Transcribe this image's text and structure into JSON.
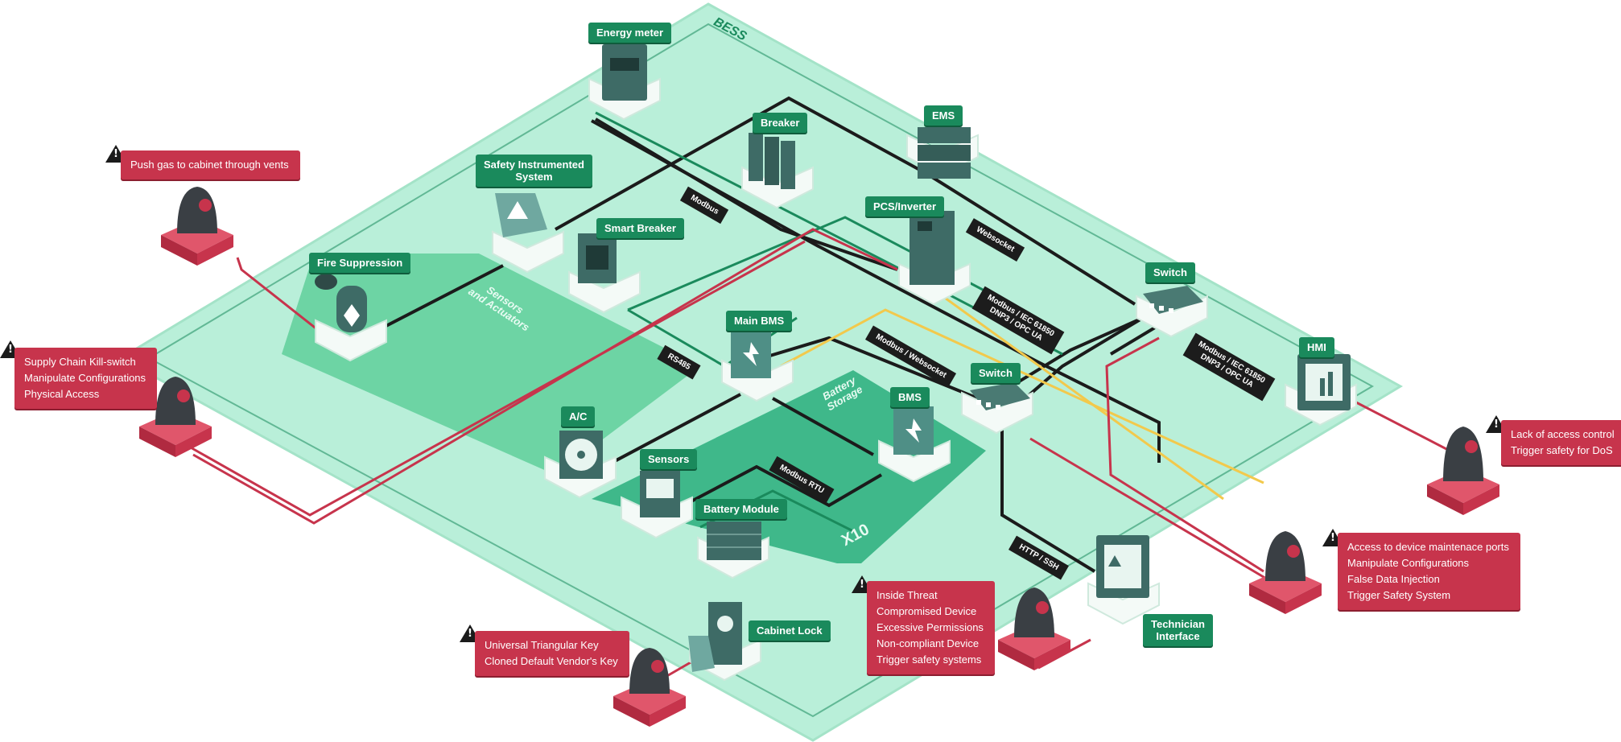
{
  "zones": {
    "bess": "BESS",
    "sensors_actuators": [
      "Sensors",
      "and Actuators"
    ],
    "battery_storage": [
      "Battery",
      "Storage"
    ],
    "multiplier": "X10"
  },
  "components": {
    "energy_meter": "Energy meter",
    "breaker": "Breaker",
    "ems": "EMS",
    "safety_instrumented": [
      "Safety Instrumented",
      "System"
    ],
    "smart_breaker": "Smart Breaker",
    "pcs_inverter": "PCS/Inverter",
    "fire_suppression": "Fire Suppression",
    "main_bms": "Main BMS",
    "switch_top": "Switch",
    "switch_mid": "Switch",
    "hmi": "HMI",
    "bms": "BMS",
    "ac": "A/C",
    "sensors": "Sensors",
    "battery_module": "Battery Module",
    "cabinet_lock": "Cabinet Lock",
    "technician_interface": [
      "Technician",
      "Interface"
    ]
  },
  "protocols": {
    "modbus": "Modbus",
    "websocket": "Websocket",
    "modbus_iec_1": [
      "Modbus / IEC 61850",
      "DNP3 / OPC UA"
    ],
    "modbus_iec_2": [
      "Modbus / IEC 61850",
      "DNP3 / OPC UA"
    ],
    "rs485": "RS485",
    "modbus_websocket": "Modbus / Websocket",
    "modbus_rtu": "Modbus RTU",
    "http_ssh": "HTTP / SSH"
  },
  "threats": {
    "push_gas": [
      "Push gas to cabinet through vents"
    ],
    "supply_chain": [
      "Supply Chain Kill-switch",
      "Manipulate Configurations",
      "Physical Access"
    ],
    "triangular_key": [
      "Universal Triangular Key",
      "Cloned Default Vendor's Key"
    ],
    "inside_threat": [
      "Inside Threat",
      "Compromised Device",
      "Excessive Permissions",
      "Non-compliant Device",
      "Trigger safety systems"
    ],
    "maintenance_ports": [
      "Access to device maintenace ports",
      "Manipulate Configurations",
      "False Data Injection",
      "Trigger Safety System"
    ],
    "access_control": [
      "Lack of access control",
      "Trigger safety for DoS"
    ]
  },
  "colors": {
    "platform": "#b9efd9",
    "sensor_zone": "#5fcf9a",
    "battery_zone": "#3fb88a",
    "label_green": "#1a8a5c",
    "threat_red": "#c7344c",
    "attacker_line": "#c7344c",
    "control_line": "#1b1b1b",
    "power_line": "#f2c94c",
    "device": "#3e6b66"
  }
}
